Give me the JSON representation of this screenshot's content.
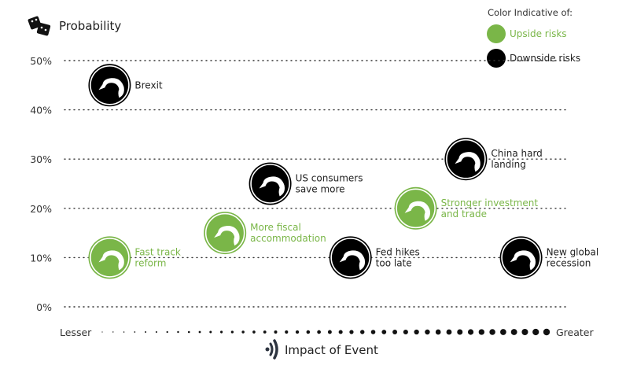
{
  "chart_data": {
    "type": "scatter",
    "title": "Probability",
    "ylabel": "Probability",
    "xlabel": "Impact of Event",
    "x_axis_left": "Lesser",
    "x_axis_right": "Greater",
    "ylim": [
      0,
      50
    ],
    "xlim": [
      0,
      10
    ],
    "yticks": [
      "0%",
      "10%",
      "20%",
      "30%",
      "40%",
      "50%"
    ],
    "ytick_values": [
      0,
      10,
      20,
      30,
      40,
      50
    ],
    "grid": true,
    "legend": {
      "title": "Color Indicative of:",
      "placement": "top-right",
      "entries": [
        {
          "label": "Upside risks",
          "color": "#7ab648"
        },
        {
          "label": "Downside risks",
          "color": "#000000"
        }
      ]
    },
    "points": [
      {
        "label": [
          "Brexit"
        ],
        "impact": 0.9,
        "probability": 45,
        "risk": "downside"
      },
      {
        "label": [
          "Fast track",
          "reform"
        ],
        "impact": 0.9,
        "probability": 10,
        "risk": "upside"
      },
      {
        "label": [
          "More fiscal",
          "accommodation"
        ],
        "impact": 3.2,
        "probability": 15,
        "risk": "upside"
      },
      {
        "label": [
          "US consumers",
          "save more"
        ],
        "impact": 4.1,
        "probability": 25,
        "risk": "downside"
      },
      {
        "label": [
          "Fed hikes",
          "too late"
        ],
        "impact": 5.7,
        "probability": 10,
        "risk": "downside"
      },
      {
        "label": [
          "Stronger investment",
          "and trade"
        ],
        "impact": 7.0,
        "probability": 20,
        "risk": "upside"
      },
      {
        "label": [
          "China hard",
          "landing"
        ],
        "impact": 8.0,
        "probability": 30,
        "risk": "downside"
      },
      {
        "label": [
          "New global",
          "recession"
        ],
        "impact": 9.1,
        "probability": 10,
        "risk": "downside"
      }
    ]
  },
  "colors": {
    "upside": "#7ab648",
    "downside": "#000000",
    "text": "#222222",
    "grid": "#333333"
  },
  "icons": {
    "y_axis": "dice-icon",
    "x_axis": "sound-waves-icon",
    "point": "black-swan-icon"
  }
}
